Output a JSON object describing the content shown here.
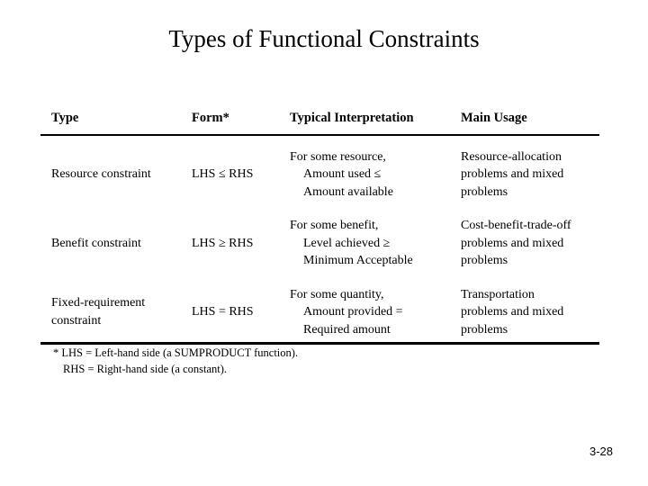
{
  "slide": {
    "title": "Types of Functional Constraints",
    "page_number": "3-28",
    "footnote_lines": [
      "* LHS = Left-hand side (a SUMPRODUCT function).",
      "RHS = Right-hand side (a constant)."
    ],
    "table": {
      "headers": [
        "Type",
        "Form*",
        "Typical Interpretation",
        "Main Usage"
      ],
      "rows": [
        {
          "type": "Resource constraint",
          "form": "LHS ≤ RHS",
          "interpretation": [
            "For some resource,",
            "Amount used ≤",
            "Amount available"
          ],
          "usage": [
            "Resource-allocation",
            "problems and mixed",
            "problems"
          ]
        },
        {
          "type": "Benefit constraint",
          "form": "LHS ≥ RHS",
          "interpretation": [
            "For some benefit,",
            "Level achieved ≥",
            "Minimum Acceptable"
          ],
          "usage": [
            "Cost-benefit-trade-off",
            "problems and mixed",
            "problems"
          ]
        },
        {
          "type": "Fixed-requirement constraint",
          "form": "LHS = RHS",
          "interpretation": [
            "For some quantity,",
            "Amount provided =",
            "Required amount"
          ],
          "usage": [
            "Transportation",
            "problems and mixed",
            "problems"
          ]
        }
      ]
    }
  }
}
